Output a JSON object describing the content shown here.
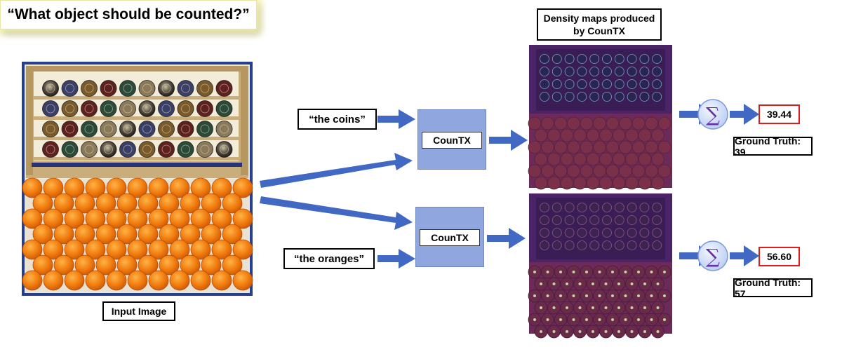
{
  "question": "“What object should be counted?”",
  "input_label": "Input Image",
  "density_title_line1": "Density maps produced",
  "density_title_line2": "by CounTX",
  "top": {
    "prompt": "“the coins”",
    "model": "CounTX",
    "result": "39.44",
    "ground_truth": "Ground Truth: 39"
  },
  "bottom": {
    "prompt": "“the oranges”",
    "model": "CounTX",
    "result": "56.60",
    "ground_truth": "Ground Truth: 57"
  },
  "sum_symbol": "∑",
  "colors": {
    "arrow": "#4169c4",
    "block": "#8fa6df",
    "result_border": "#e01b1b",
    "density_overlay": "#5a1f78"
  }
}
